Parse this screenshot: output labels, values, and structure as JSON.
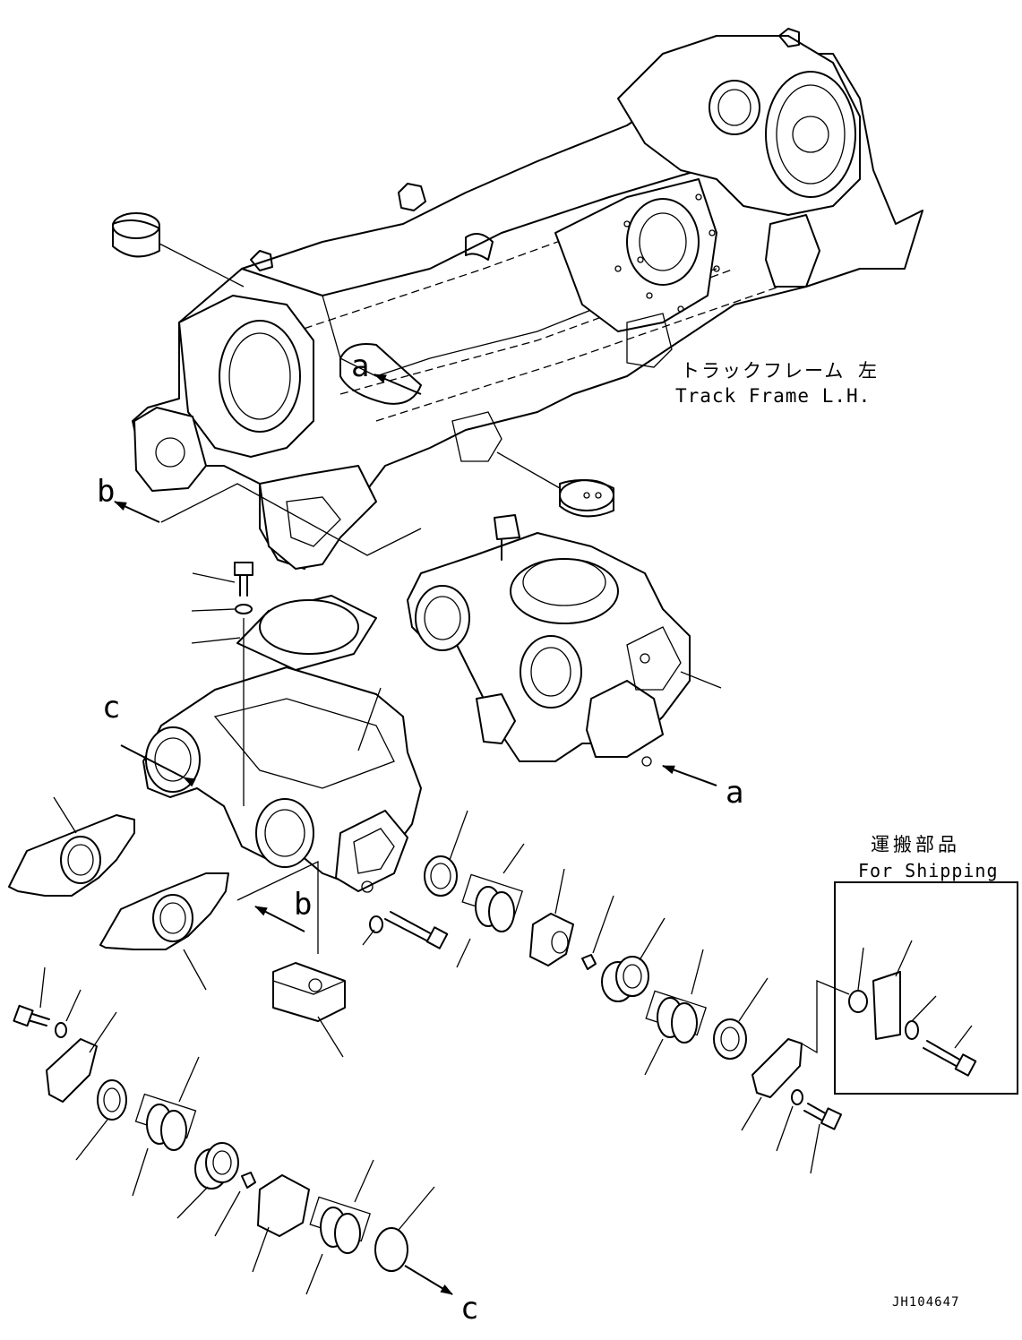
{
  "diagram": {
    "callouts": {
      "a_top": "a",
      "a_right": "a",
      "b_top": "b",
      "b_mid": "b",
      "c_left": "c",
      "c_bottom": "c"
    },
    "track_frame": {
      "label_jp": "トラックフレーム 左",
      "label_en": "Track Frame L.H."
    },
    "shipping_box": {
      "label_jp": "運搬部品",
      "label_en": "For Shipping"
    },
    "drawing_number": "JH104647",
    "icons": [
      "arrow-icon",
      "bolt-icon",
      "washer-icon",
      "seal-icon",
      "bushing-icon",
      "plug-icon"
    ]
  }
}
